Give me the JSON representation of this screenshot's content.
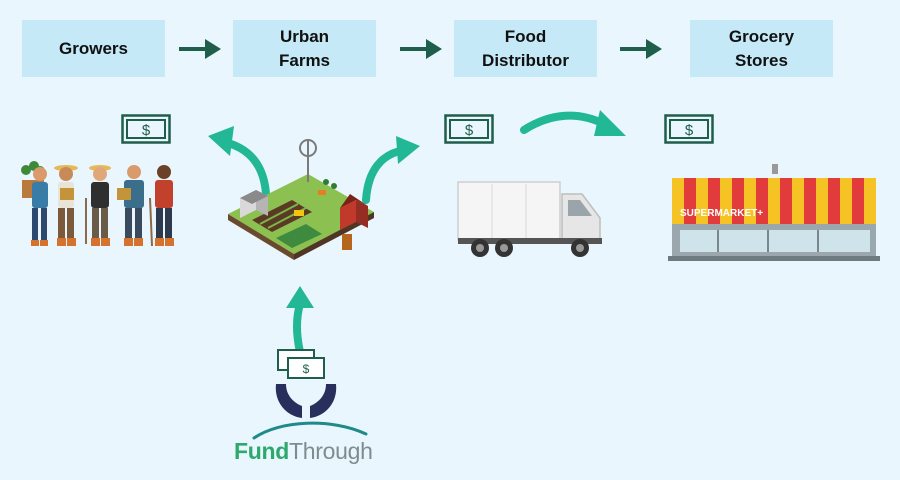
{
  "stages": [
    {
      "label": "Growers"
    },
    {
      "label": "Urban\nFarms"
    },
    {
      "label": "Food\nDistributor"
    },
    {
      "label": "Grocery\nStores"
    }
  ],
  "icons": {
    "money": "dollar-bill-icon",
    "flow": "curved-arrow-icon",
    "step": "right-arrow-icon"
  },
  "supermarket_sign": "SUPERMARKET+",
  "brand": {
    "part1": "Fund",
    "part2": "Through"
  },
  "colors": {
    "background": "#e9f6fd",
    "box": "#c5e9f7",
    "step_arrow": "#1f5e4b",
    "flow_arrow": "#22b795",
    "bill": "#1f5e4b",
    "brand_green": "#2ea96e",
    "brand_gray": "#7f8c8f",
    "hands": "#27305c"
  }
}
